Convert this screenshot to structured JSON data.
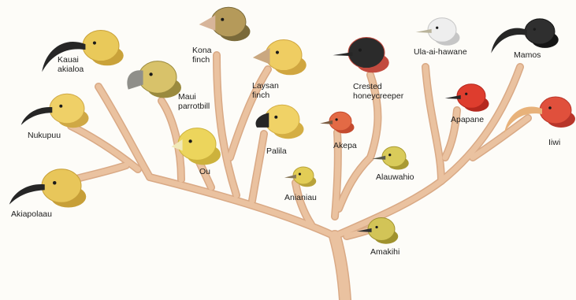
{
  "tree": {
    "species": [
      {
        "id": "kauai-akialoa",
        "label": "Kauai\nakialoa",
        "feather": "#e9c95a",
        "beak": "#262626",
        "beak_type": "long-curved",
        "shade": "#c9a23a"
      },
      {
        "id": "nukupuu",
        "label": "Nukupuu",
        "feather": "#efd067",
        "beak": "#262626",
        "beak_type": "curved",
        "shade": "#cfa845"
      },
      {
        "id": "akiapolaau",
        "label": "Akiapolaau",
        "feather": "#e8c65a",
        "beak": "#262626",
        "beak_type": "curved",
        "shade": "#c79f38"
      },
      {
        "id": "maui-parrotbill",
        "label": "Maui\nparrotbill",
        "feather": "#d8c26a",
        "beak": "#8f8f8a",
        "beak_type": "hooked",
        "shade": "#9a8a3e"
      },
      {
        "id": "kona-finch",
        "label": "Kona\nfinch",
        "feather": "#b59a5a",
        "beak": "#d7b59a",
        "beak_type": "conical",
        "shade": "#7a6a3a"
      },
      {
        "id": "ou",
        "label": "Ou",
        "feather": "#ecd55c",
        "beak": "#f1e9b8",
        "beak_type": "short",
        "shade": "#cdb23c"
      },
      {
        "id": "laysan-finch",
        "label": "Laysan\nfinch",
        "feather": "#efcd62",
        "beak": "#caa880",
        "beak_type": "conical",
        "shade": "#d0a640"
      },
      {
        "id": "palila",
        "label": "Palila",
        "feather": "#f0d266",
        "beak": "#262626",
        "beak_type": "finch",
        "shade": "#d4ae44"
      },
      {
        "id": "anianiau",
        "label": "Anianiau",
        "feather": "#e2cd56",
        "beak": "#8a7a5a",
        "beak_type": "thin",
        "shade": "#b8a23a"
      },
      {
        "id": "crested-honeycreeper",
        "label": "Crested\nhoneycreeper",
        "feather": "#2b2b2b",
        "beak": "#262626",
        "beak_type": "thin",
        "shade": "#c24a3e"
      },
      {
        "id": "akepa",
        "label": "Akepa",
        "feather": "#e36a45",
        "beak": "#7a5a40",
        "beak_type": "thin",
        "shade": "#c44a2e"
      },
      {
        "id": "alauwahio",
        "label": "Alauwahio",
        "feather": "#d9cb5a",
        "beak": "#5a5a4a",
        "beak_type": "thin",
        "shade": "#a99a32"
      },
      {
        "id": "amakihi",
        "label": "Amakihi",
        "feather": "#d2c457",
        "beak": "#333333",
        "beak_type": "thin",
        "shade": "#a0922e"
      },
      {
        "id": "ula-ai-hawane",
        "label": "Ula-ai-hawane",
        "feather": "#eeeeee",
        "beak": "#b9b39a",
        "beak_type": "thin",
        "shade": "#c6c6c6"
      },
      {
        "id": "apapane",
        "label": "Apapane",
        "feather": "#de3d2e",
        "beak": "#262626",
        "beak_type": "thin",
        "shade": "#b5281e"
      },
      {
        "id": "mamos",
        "label": "Mamos",
        "feather": "#2f2f2f",
        "beak": "#262626",
        "beak_type": "long-curved",
        "shade": "#151515"
      },
      {
        "id": "iiwi",
        "label": "Iiwi",
        "feather": "#e0503c",
        "beak": "#e8b27a",
        "beak_type": "long-curved",
        "shade": "#b8352a"
      }
    ],
    "colors": {
      "branch": "#eac2a0",
      "branch_edge": "#d9a985"
    }
  }
}
